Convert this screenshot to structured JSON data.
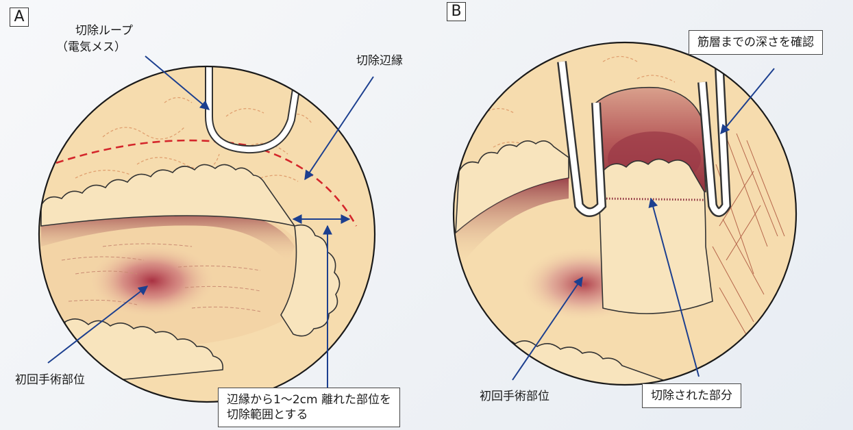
{
  "panel_a": {
    "letter": "A",
    "loop_label_line1": "切除ループ",
    "loop_label_line2": "（電気メス）",
    "margin_label": "切除辺縁",
    "site_label": "初回手術部位",
    "range_note_line1": "辺縁から1～2cm 離れた部位を",
    "range_note_line2": "切除範囲とする"
  },
  "panel_b": {
    "letter": "B",
    "depth_note": "筋層までの深さを確認",
    "site_label": "初回手術部位",
    "resected_label": "切除された部分"
  },
  "colors": {
    "tissue": "#f6dcae",
    "lesion": "#a5283c",
    "arrow": "#1c3f8f",
    "dashed_margin": "#d4262b",
    "fold_shadow": "#8b2a3a"
  }
}
